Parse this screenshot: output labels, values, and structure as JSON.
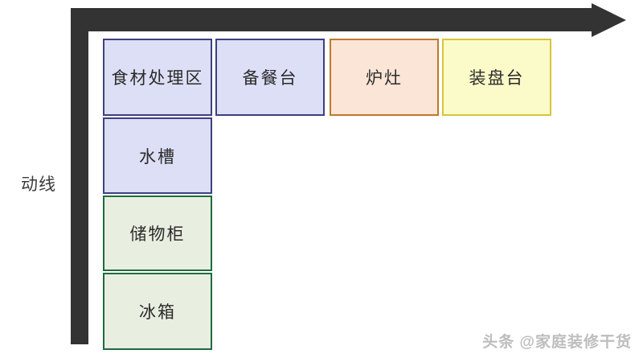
{
  "diagram": {
    "title_label": "动线",
    "flow_arrow": {
      "name": "workflow-arrow",
      "direction": "left-to-right-and-down",
      "color": "#333333"
    },
    "zones": [
      {
        "label": "食材处理区",
        "color_key": "blue",
        "fill": "#dcdff5",
        "stroke": "#3f3f7f",
        "row": "top",
        "order": 1
      },
      {
        "label": "备餐台",
        "color_key": "blue",
        "fill": "#dcdff5",
        "stroke": "#3f3f7f",
        "row": "top",
        "order": 2
      },
      {
        "label": "炉灶",
        "color_key": "orange",
        "fill": "#fbe5d6",
        "stroke": "#c0792d",
        "row": "top",
        "order": 3
      },
      {
        "label": "装盘台",
        "color_key": "yellow",
        "fill": "#fbfbc9",
        "stroke": "#d6c53c",
        "row": "top",
        "order": 4
      },
      {
        "label": "水槽",
        "color_key": "blue",
        "fill": "#dcdff5",
        "stroke": "#3f3f7f",
        "row": "left",
        "order": 1
      },
      {
        "label": "储物柜",
        "color_key": "green",
        "fill": "#e8eee0",
        "stroke": "#1e6b42",
        "row": "left",
        "order": 2
      },
      {
        "label": "冰箱",
        "color_key": "green",
        "fill": "#e8eee0",
        "stroke": "#1e6b42",
        "row": "left",
        "order": 3
      }
    ]
  },
  "watermark": {
    "text": "头条 @家庭装修干货"
  }
}
